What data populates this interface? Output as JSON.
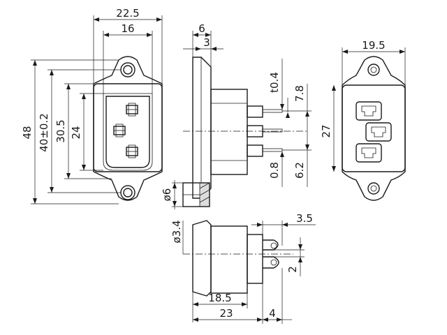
{
  "front_view": {
    "width_overall": "22.5",
    "width_body": "16",
    "height_overall": "48",
    "hole_spacing": "40±0.2",
    "frame_height": "30.5",
    "insert_height": "24"
  },
  "side_view": {
    "flange_depth": "6",
    "flange_thickness": "3",
    "pin_thickness": "t0.4",
    "pin_pitch": "7.8",
    "pin_width": "0.8",
    "pin_spacing": "6.2",
    "hole_dia": "ø6"
  },
  "rear_view": {
    "width": "19.5",
    "height": "27"
  },
  "bottom_view": {
    "hole_dia": "ø3.4",
    "tab_width": "3.5",
    "tab_height": "2",
    "body_depth": "18.5",
    "total_depth": "23",
    "pin_length": "4"
  },
  "colors": {
    "line": "#1a1a1a",
    "hatch": "#dddddd"
  }
}
